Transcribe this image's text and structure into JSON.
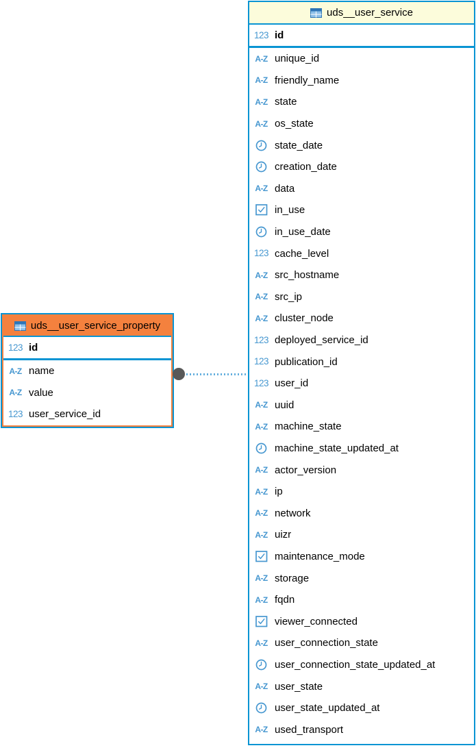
{
  "diagram": {
    "type": "entity-relationship-diagram",
    "entities": [
      {
        "name": "uds__user_service_property",
        "header_icon": "table-icon",
        "highlighted": true,
        "primary_key": {
          "type": "number",
          "label": "id"
        },
        "columns": [
          {
            "type": "string",
            "label": "name"
          },
          {
            "type": "string",
            "label": "value"
          },
          {
            "type": "number",
            "label": "user_service_id"
          }
        ]
      },
      {
        "name": "uds__user_service",
        "header_icon": "table-icon",
        "highlighted": false,
        "primary_key": {
          "type": "number",
          "label": "id"
        },
        "columns": [
          {
            "type": "string",
            "label": "unique_id"
          },
          {
            "type": "string",
            "label": "friendly_name"
          },
          {
            "type": "string",
            "label": "state"
          },
          {
            "type": "string",
            "label": "os_state"
          },
          {
            "type": "datetime",
            "label": "state_date"
          },
          {
            "type": "datetime",
            "label": "creation_date"
          },
          {
            "type": "string",
            "label": "data"
          },
          {
            "type": "boolean",
            "label": "in_use"
          },
          {
            "type": "datetime",
            "label": "in_use_date"
          },
          {
            "type": "number",
            "label": "cache_level"
          },
          {
            "type": "string",
            "label": "src_hostname"
          },
          {
            "type": "string",
            "label": "src_ip"
          },
          {
            "type": "string",
            "label": "cluster_node"
          },
          {
            "type": "number",
            "label": "deployed_service_id"
          },
          {
            "type": "number",
            "label": "publication_id"
          },
          {
            "type": "number",
            "label": "user_id"
          },
          {
            "type": "string",
            "label": "uuid"
          },
          {
            "type": "string",
            "label": "machine_state"
          },
          {
            "type": "datetime",
            "label": "machine_state_updated_at"
          },
          {
            "type": "string",
            "label": "actor_version"
          },
          {
            "type": "string",
            "label": "ip"
          },
          {
            "type": "string",
            "label": "network"
          },
          {
            "type": "string",
            "label": "uizr"
          },
          {
            "type": "boolean",
            "label": "maintenance_mode"
          },
          {
            "type": "string",
            "label": "storage"
          },
          {
            "type": "string",
            "label": "fqdn"
          },
          {
            "type": "boolean",
            "label": "viewer_connected"
          },
          {
            "type": "string",
            "label": "user_connection_state"
          },
          {
            "type": "datetime",
            "label": "user_connection_state_updated_at"
          },
          {
            "type": "string",
            "label": "user_state"
          },
          {
            "type": "datetime",
            "label": "user_state_updated_at"
          },
          {
            "type": "string",
            "label": "used_transport"
          }
        ]
      }
    ],
    "relationship": {
      "from": "uds__user_service_property",
      "to": "uds__user_service",
      "line_style": "dotted",
      "endpoint": "filled-circle"
    },
    "type_glyphs": {
      "number": "123",
      "string": "A-Z"
    },
    "icon_names": {
      "number": "number-type-icon",
      "string": "string-type-icon",
      "datetime": "datetime-type-icon",
      "boolean": "boolean-type-icon",
      "header": "table-icon"
    },
    "colors": {
      "border_blue": "#0994D3",
      "icon_blue": "#4697D0",
      "selected_orange": "#F4813E",
      "header_yellow": "#FCFCDB",
      "endpoint_gray": "#595959",
      "line_blue": "#63AEDD",
      "text": "#000000"
    }
  }
}
